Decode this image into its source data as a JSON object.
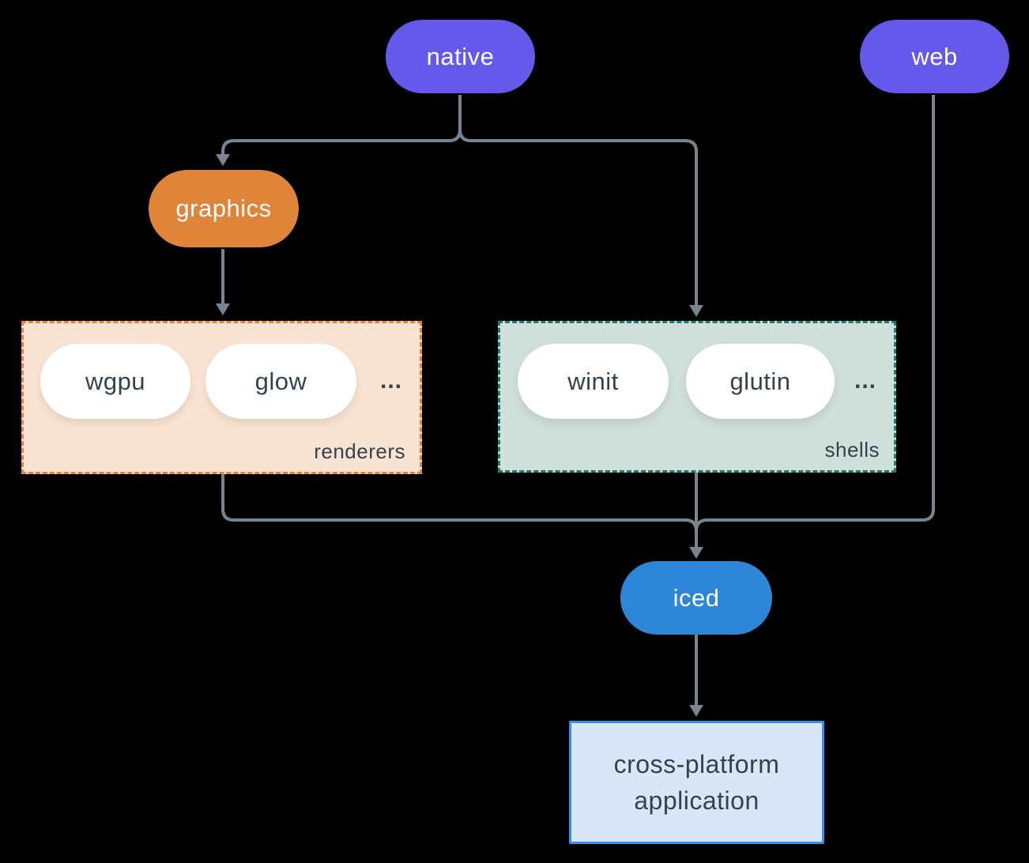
{
  "diagram": {
    "background": "#000000",
    "connector_color": "#788591",
    "nodes": {
      "native": {
        "label": "native",
        "color": "#6459ea",
        "text_color": "#ffffff"
      },
      "web": {
        "label": "web",
        "color": "#6459ea",
        "text_color": "#ffffff"
      },
      "graphics": {
        "label": "graphics",
        "color": "#e0843a",
        "text_color": "#ffffff"
      },
      "iced": {
        "label": "iced",
        "color": "#2d87d8",
        "text_color": "#ffffff"
      }
    },
    "groups": {
      "renderers": {
        "label": "renderers",
        "fill": "#f9e3d3",
        "border": "#e6813a",
        "items": [
          "wgpu",
          "glow"
        ],
        "more": "..."
      },
      "shells": {
        "label": "shells",
        "fill": "#cfdfd9",
        "border": "#1f7a6b",
        "items": [
          "winit",
          "glutin"
        ],
        "more": "..."
      }
    },
    "app_box": {
      "line1": "cross-platform",
      "line2": "application",
      "fill": "#d8e6f8",
      "border": "#3a8de8",
      "text_color": "#32424e"
    },
    "edges": [
      {
        "from": "native",
        "to": "graphics"
      },
      {
        "from": "native",
        "to": "shells"
      },
      {
        "from": "graphics",
        "to": "renderers"
      },
      {
        "from": "renderers",
        "to": "iced"
      },
      {
        "from": "shells",
        "to": "iced"
      },
      {
        "from": "web",
        "to": "iced"
      },
      {
        "from": "iced",
        "to": "cross-platform application"
      }
    ]
  }
}
